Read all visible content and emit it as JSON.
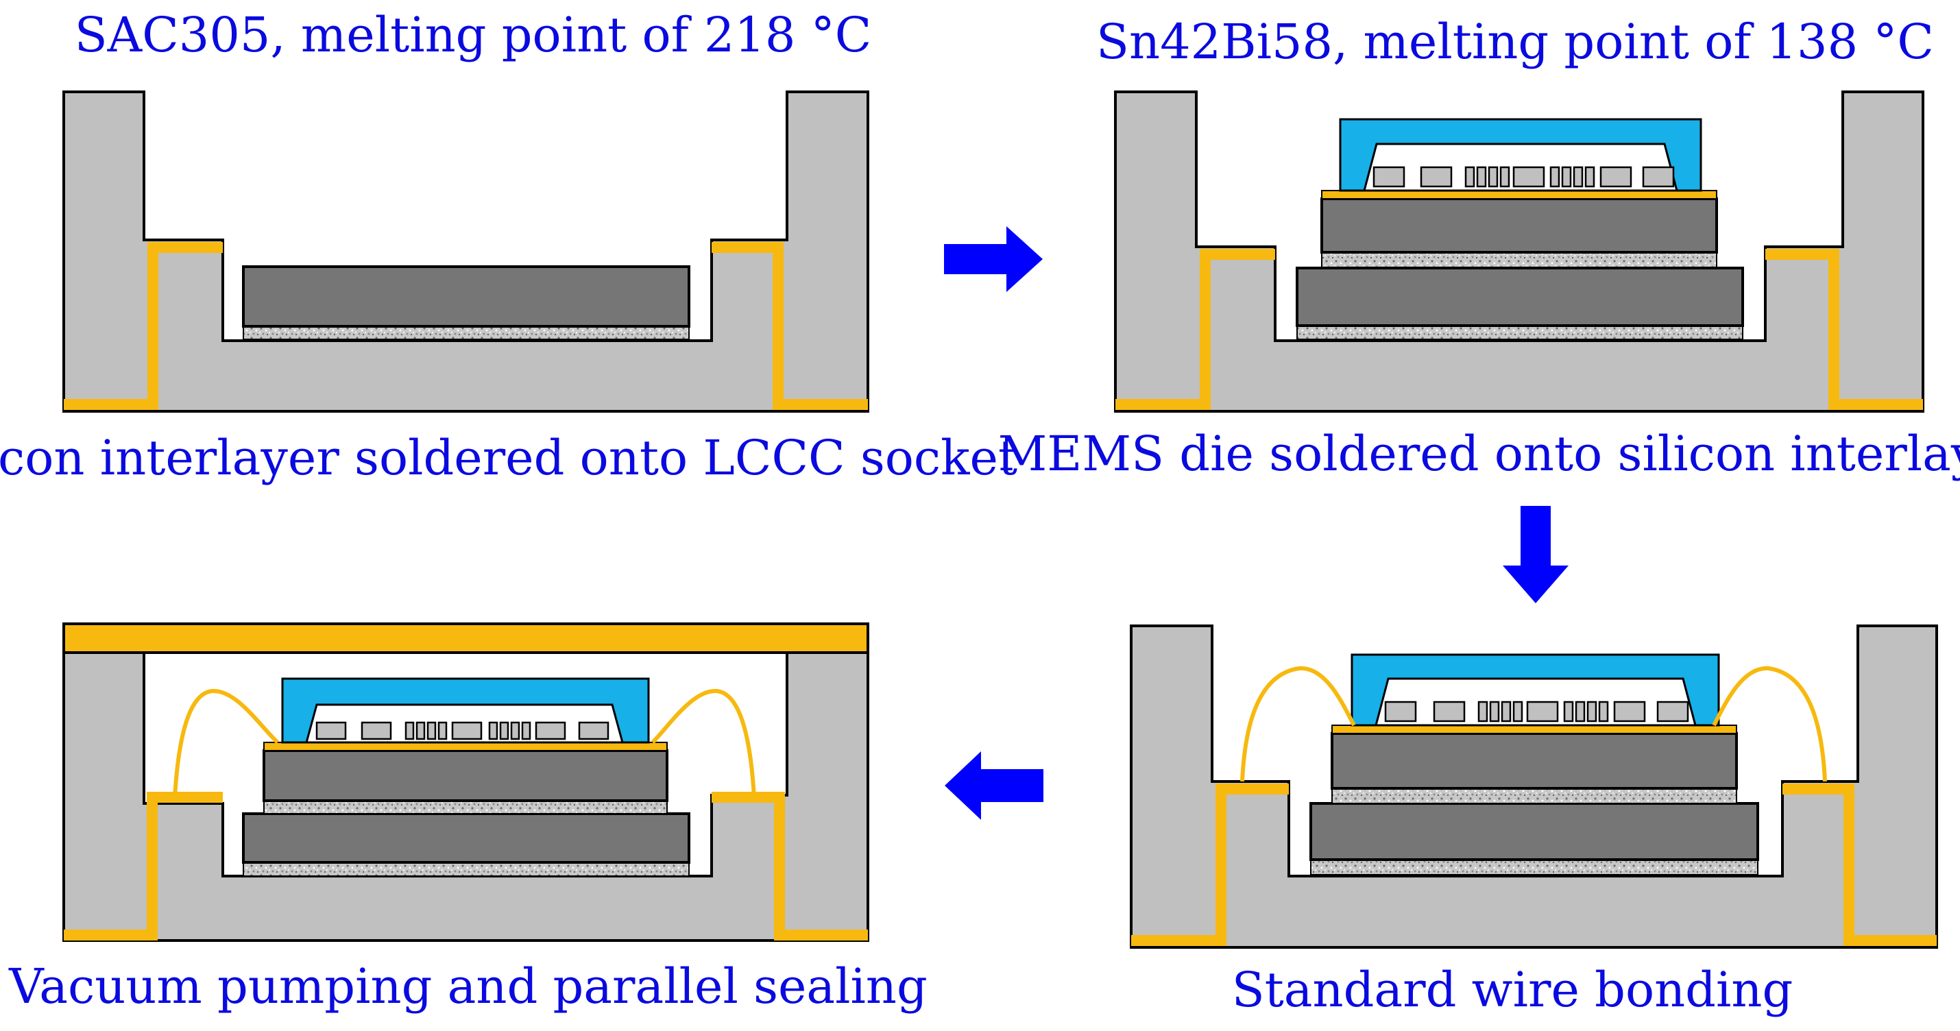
{
  "colors": {
    "label_blue": "#0a0ae0",
    "arrow_blue": "#0000ff",
    "socket_gray": "#c0c0c0",
    "die_gray": "#767676",
    "gold": "#f7b90f",
    "lid_blue": "#17b0e8",
    "solder_speckle": "#b8b8b8",
    "outline": "#000000"
  },
  "steps": [
    {
      "id": "step-1",
      "solder_label": "SAC305, melting point of 218 °C",
      "caption": "Silicon interlayer soldered onto LCCC socket"
    },
    {
      "id": "step-2",
      "solder_label": "Sn42Bi58, melting point of 138 °C",
      "caption": "MEMS die soldered onto silicon interlayer"
    },
    {
      "id": "step-3",
      "caption": "Standard wire bonding"
    },
    {
      "id": "step-4",
      "caption": "Vacuum pumping and parallel sealing"
    }
  ],
  "flow_arrows": [
    {
      "name": "arrow-step1-to-step2",
      "direction": "right"
    },
    {
      "name": "arrow-step2-to-step3",
      "direction": "down"
    },
    {
      "name": "arrow-step3-to-step4",
      "direction": "left"
    }
  ]
}
